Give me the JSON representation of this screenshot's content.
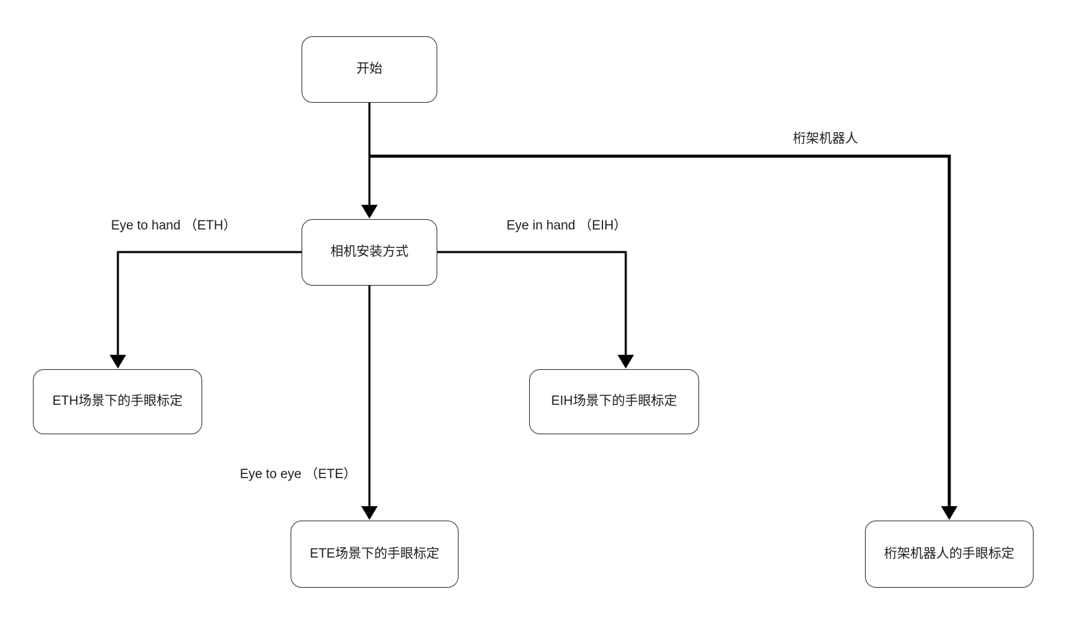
{
  "diagram": {
    "type": "flowchart",
    "nodes": {
      "start": {
        "label": "开始"
      },
      "camera_mount": {
        "label": "相机安装方式"
      },
      "eth": {
        "label": "ETH场景下的手眼标定"
      },
      "eih": {
        "label": "EIH场景下的手眼标定"
      },
      "ete": {
        "label": "ETE场景下的手眼标定"
      },
      "truss": {
        "label": "桁架机器人的手眼标定"
      }
    },
    "edge_labels": {
      "eth": "Eye to hand （ETH）",
      "eih": "Eye in hand （EIH）",
      "ete": "Eye to eye （ETE）",
      "truss": "桁架机器人"
    },
    "edges": [
      {
        "from": "start",
        "to": "camera_mount",
        "label": ""
      },
      {
        "from": "camera_mount",
        "to": "eth",
        "label": "Eye to hand （ETH）"
      },
      {
        "from": "camera_mount",
        "to": "eih",
        "label": "Eye in hand （EIH）"
      },
      {
        "from": "camera_mount",
        "to": "ete",
        "label": "Eye to eye （ETE）"
      },
      {
        "from": "start",
        "to": "truss",
        "label": "桁架机器人"
      }
    ],
    "colors": {
      "line": "#000000",
      "box_border": "#2d2d2d",
      "text": "#1c1c1c",
      "background": "#ffffff"
    }
  }
}
